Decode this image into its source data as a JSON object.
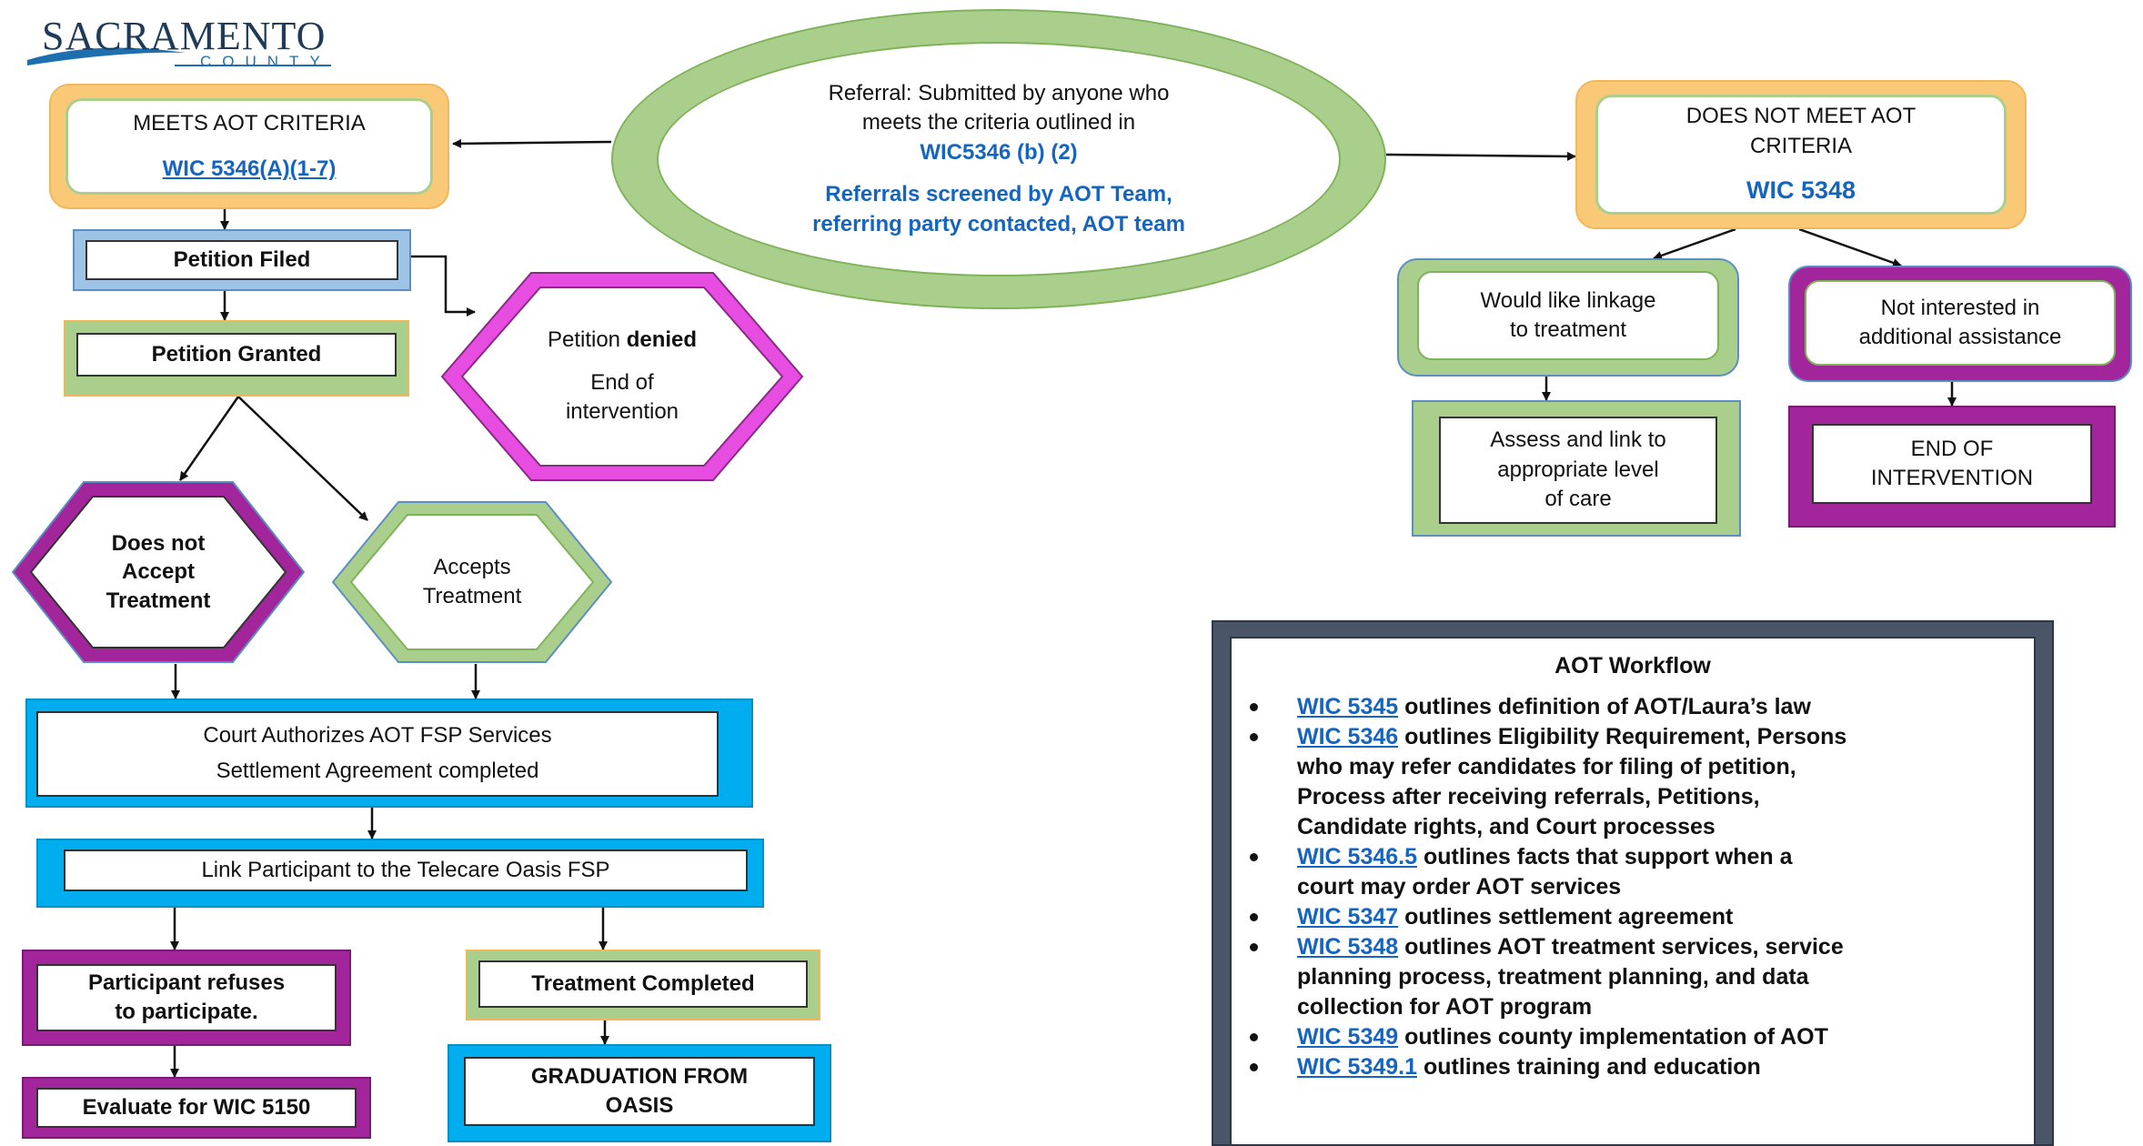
{
  "logo": {
    "main": "SACRAMENTO",
    "sub": "COUNTY"
  },
  "colors": {
    "orange": "#f9c978",
    "green": "#aacf8d",
    "green_dark": "#7fb35a",
    "blue": "#00aeef",
    "light_blue": "#9dc3e6",
    "magenta": "#a3259c",
    "pink": "#e64de0",
    "link": "#1565c0",
    "legend_border": "#4a5568"
  },
  "nodes": {
    "referral": {
      "line1": "Referral: Submitted by anyone who",
      "line2": "meets the criteria outlined in",
      "code": "WIC5346 (b) (2)",
      "screen1": "Referrals screened by AOT Team,",
      "screen2": "referring party contacted, AOT team"
    },
    "meets": {
      "label": "MEETS AOT CRITERIA",
      "code": "WIC 5346(A)(1-7)"
    },
    "not_meets": {
      "line1": "DOES NOT MEET AOT",
      "line2": "CRITERIA",
      "code": "WIC 5348"
    },
    "petition_filed": {
      "label": "Petition Filed"
    },
    "petition_granted": {
      "label": "Petition Granted"
    },
    "petition_denied": {
      "pre": "Petition ",
      "bold": "denied",
      "line2": "End of",
      "line3": "intervention"
    },
    "not_accept": {
      "line1": "Does not",
      "line2": "Accept",
      "line3": "Treatment"
    },
    "accepts": {
      "line1": "Accepts",
      "line2": "Treatment"
    },
    "court": {
      "line1": "Court Authorizes AOT FSP Services",
      "line2": "Settlement Agreement completed"
    },
    "link": {
      "label": "Link Participant to the Telecare Oasis FSP"
    },
    "refuses": {
      "line1": "Participant refuses",
      "line2": "to participate."
    },
    "evaluate": {
      "label": "Evaluate for WIC 5150"
    },
    "completed": {
      "label": "Treatment Completed"
    },
    "graduation": {
      "line1": "GRADUATION FROM",
      "line2": "OASIS"
    },
    "linkage": {
      "line1": "Would like linkage",
      "line2": "to treatment"
    },
    "assess": {
      "line1": "Assess and link to",
      "line2": "appropriate level",
      "line3": "of care"
    },
    "not_interested": {
      "line1": "Not interested in",
      "line2": "additional assistance"
    },
    "end": {
      "line1": "END OF",
      "line2": "INTERVENTION"
    }
  },
  "legend": {
    "title": "AOT Workflow",
    "items": [
      {
        "code": "WIC 5345",
        "text": " outlines definition of AOT/Laura’s law",
        "cont": []
      },
      {
        "code": "WIC 5346",
        "text": " outlines Eligibility Requirement, Persons",
        "cont": [
          "who may refer candidates for filing of petition,",
          "Process after receiving referrals, Petitions,",
          "Candidate rights, and Court processes"
        ]
      },
      {
        "code": "WIC 5346.5",
        "text": " outlines facts that support when a",
        "cont": [
          "court may order AOT services"
        ]
      },
      {
        "code": "WIC 5347",
        "text": " outlines settlement agreement",
        "cont": []
      },
      {
        "code": "WIC 5348",
        "text": " outlines AOT treatment services, service",
        "cont": [
          "planning process, treatment planning, and data",
          "collection for AOT program"
        ]
      },
      {
        "code": "WIC 5349",
        "text": " outlines county implementation of AOT",
        "cont": []
      },
      {
        "code": "WIC 5349.1",
        "text": " outlines training and education",
        "cont": []
      }
    ]
  }
}
